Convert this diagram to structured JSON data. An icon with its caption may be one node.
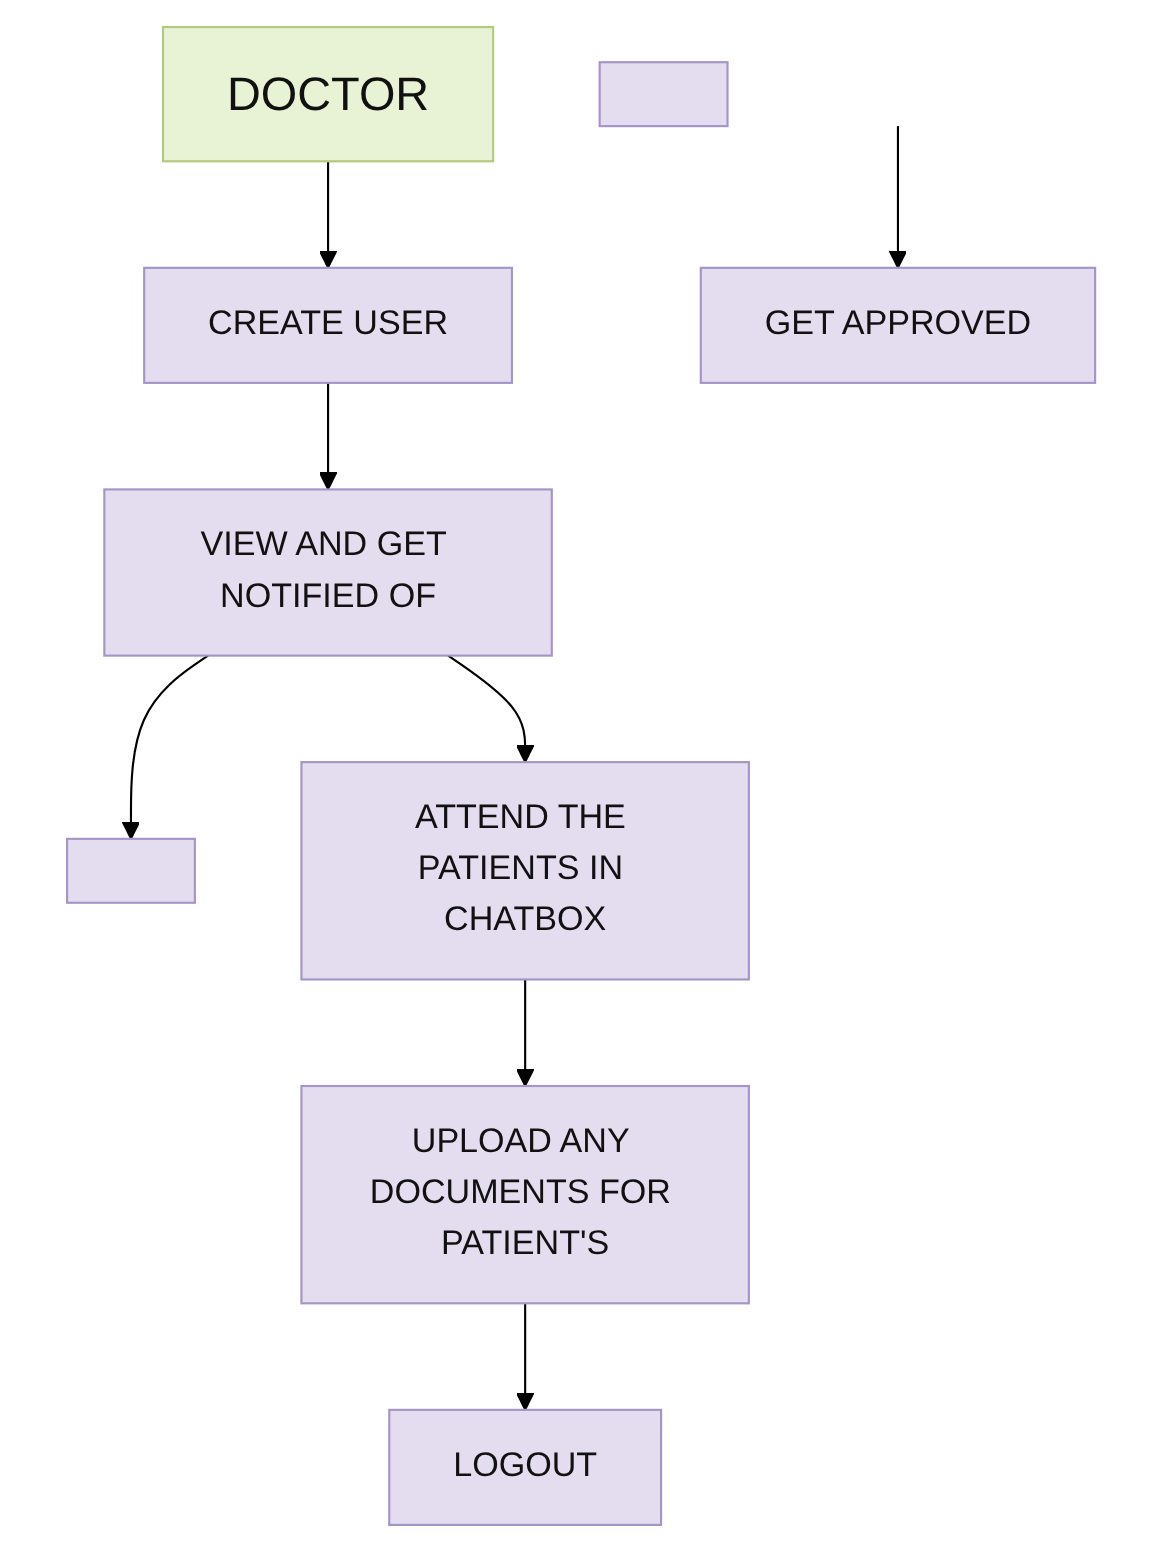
{
  "diagram": {
    "nodes": [
      {
        "text": [
          "DOCTOR"
        ]
      },
      {
        "text": [
          "CREATE USER"
        ]
      },
      {
        "text": [],
        "shape": "box"
      },
      {
        "text": [
          "VIEW AND GET NOTIFIED OF"
        ]
      },
      {
        "text": [],
        "shape": "box"
      },
      {
        "text": [
          "GET APPROVED"
        ]
      },
      {
        "text": [
          "ATTEND THE PATIENTS IN CHATBOX"
        ]
      },
      {
        "text": [
          "UPLOAD ANY DOCUMENTS FOR PATIENT'S"
        ]
      },
      {
        "text": [
          "LOGOUT"
        ]
      }
    ],
    "edges": [
      {
        "from": 0,
        "to": 1,
        "arrow": "to"
      },
      {
        "from": 1,
        "to": 3,
        "arrow": "to"
      },
      {
        "from": 3,
        "to": 4,
        "arrow": "to"
      },
      {
        "from": null,
        "to": 5,
        "arrow": "to"
      },
      {
        "from": 3,
        "to": 6,
        "arrow": "to"
      },
      {
        "from": 6,
        "to": 7,
        "arrow": "to"
      },
      {
        "from": 7,
        "to": 8,
        "arrow": "to"
      }
    ]
  }
}
